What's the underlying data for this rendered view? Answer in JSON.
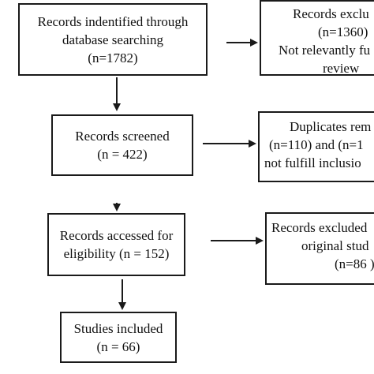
{
  "nodes": {
    "identified": {
      "lines": [
        "Records indentified through",
        "database searching",
        "(n=1782)"
      ]
    },
    "excluded_1": {
      "lines": [
        "Records exclu",
        "(n=1360)",
        "Not relevantly fu",
        "review"
      ]
    },
    "screened": {
      "lines": [
        "Records screened",
        "(n = 422)"
      ]
    },
    "duplicates": {
      "lines": [
        "Duplicates rem",
        "(n=110) and (n=1",
        "not fulfill inclusio"
      ]
    },
    "eligibility": {
      "lines": [
        "Records accessed for",
        "eligibility (n = 152)"
      ]
    },
    "excluded_2": {
      "lines": [
        "Records excluded",
        "original stud",
        "(n=86 )"
      ]
    },
    "included": {
      "lines": [
        "Studies included",
        "(n = 66)"
      ]
    }
  },
  "colors": {
    "stroke": "#1a1a1a",
    "text": "#111111",
    "background": "#ffffff"
  }
}
